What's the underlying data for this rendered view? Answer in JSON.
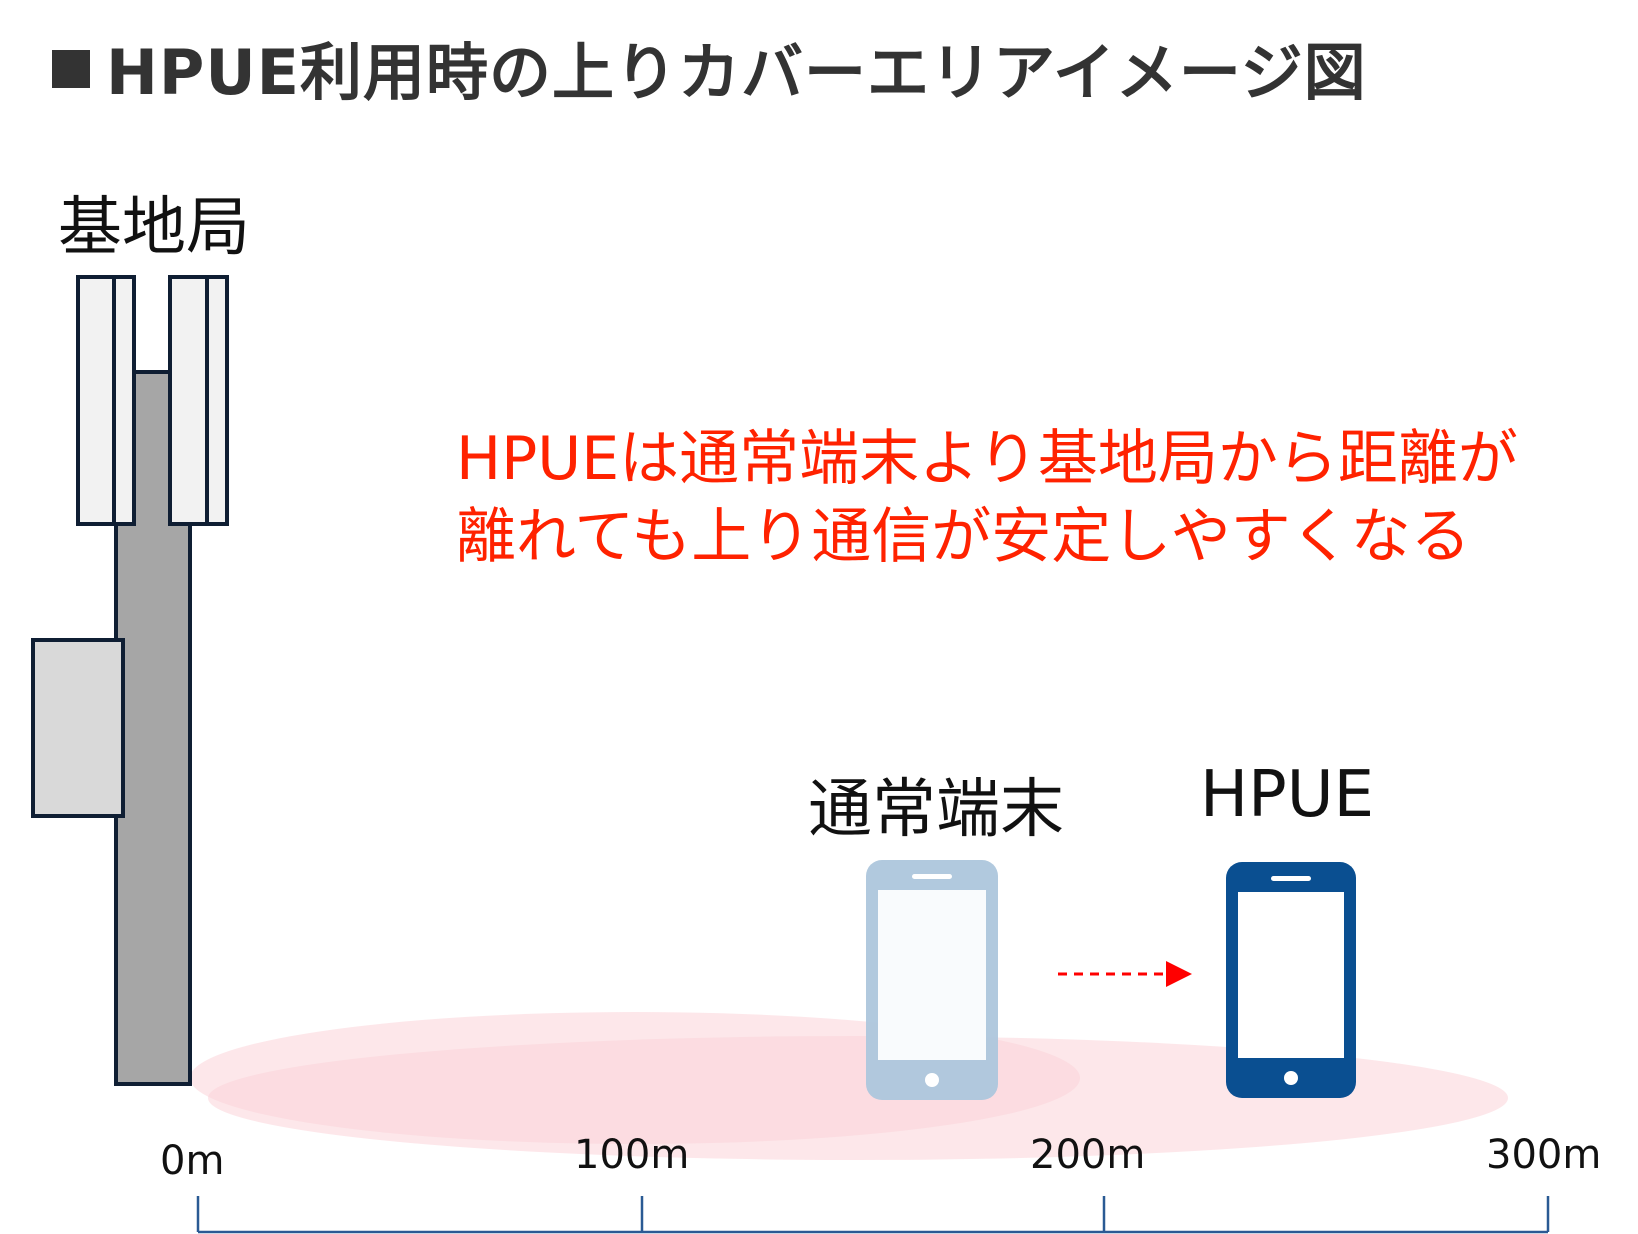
{
  "title": "HPUE利用時の上りカバーエリアイメージ図",
  "base_station": {
    "label": "基地局"
  },
  "message": {
    "line1": "HPUEは通常端末より基地局から距離が",
    "line2": "離れても上り通信が安定しやすくなる",
    "color": "#ff2200"
  },
  "devices": {
    "normal": {
      "label": "通常端末",
      "color": "#adc6dc"
    },
    "hpue": {
      "label": "HPUE",
      "color": "#0a4f91"
    }
  },
  "arrow": {
    "color": "#ff0000"
  },
  "coverage": {
    "color": "#fcd3d8"
  },
  "scale": {
    "ticks": [
      "0m",
      "100m",
      "200m",
      "300m"
    ],
    "color": "#2a5a94"
  }
}
